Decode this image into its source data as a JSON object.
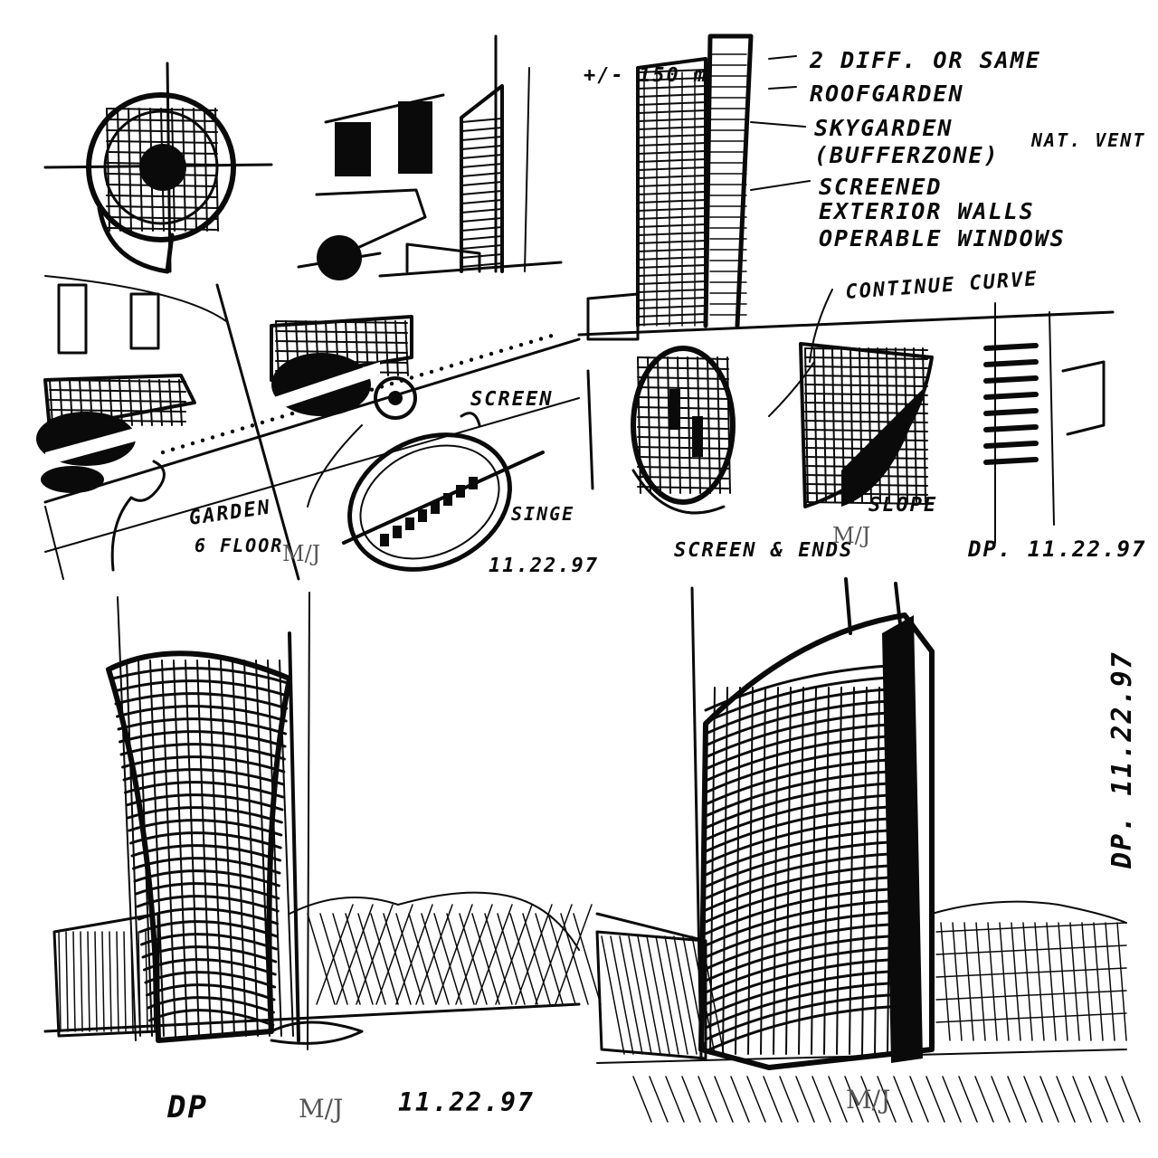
{
  "sheet": {
    "background": "#ffffff",
    "ink_color": "#0a0a0a",
    "watermark_color": "#555555"
  },
  "panel_top_left": {
    "label_screen": "SCREEN",
    "label_garden": "GARDEN",
    "label_floor": "6 FLOOR",
    "label_single": "SINGE",
    "date": "11.22.97",
    "watermark": "M/J"
  },
  "panel_top_right": {
    "height_note": "+/- 150 m",
    "notes": [
      "2 DIFF. OR SAME",
      "ROOFGARDEN",
      "SKYGARDEN",
      "(BUFFERZONE)",
      "NAT. VENT",
      "SCREENED",
      "EXTERIOR WALLS",
      "OPERABLE WINDOWS"
    ],
    "label_continue_curve": "CONTINUE CURVE",
    "label_slope": "SLOPE",
    "label_screen_ends": "SCREEN & ENDS",
    "date_signature": "DP. 11.22.97",
    "watermark": "M/J"
  },
  "panel_bottom_left": {
    "signature": "DP",
    "date": "11.22.97",
    "watermark": "M/J"
  },
  "panel_bottom_right": {
    "date_signature_vertical": "DP. 11.22.97",
    "watermark": "M/J"
  }
}
